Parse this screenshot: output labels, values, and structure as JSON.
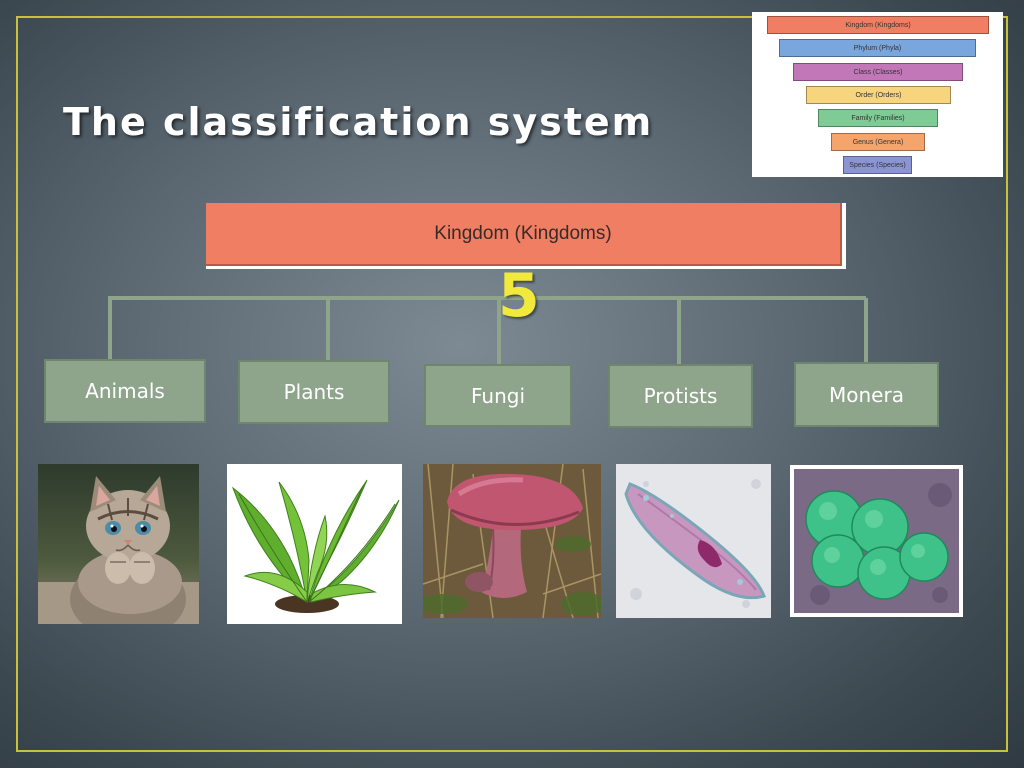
{
  "slide": {
    "title": "The classification system",
    "count": "5"
  },
  "hierarchy": {
    "levels": [
      {
        "label": "Kingdom (Kingdoms)",
        "color": "#f07e62"
      },
      {
        "label": "Phylum (Phyla)",
        "color": "#7aa6de"
      },
      {
        "label": "Class (Classes)",
        "color": "#c277b8"
      },
      {
        "label": "Order (Orders)",
        "color": "#f7d57e"
      },
      {
        "label": "Family (Families)",
        "color": "#7fcb96"
      },
      {
        "label": "Genus (Genera)",
        "color": "#f5a46b"
      },
      {
        "label": "Species (Species)",
        "color": "#8c95d4"
      }
    ]
  },
  "kingdom_bar": {
    "label": "Kingdom (Kingdoms)"
  },
  "kingdoms": [
    {
      "label": "Animals",
      "image": "kitten-photo"
    },
    {
      "label": "Plants",
      "image": "plant-photo"
    },
    {
      "label": "Fungi",
      "image": "mushroom-photo"
    },
    {
      "label": "Protists",
      "image": "paramecium-photo"
    },
    {
      "label": "Monera",
      "image": "bacteria-photo"
    }
  ],
  "colors": {
    "frame": "#c8c23a",
    "box_fill": "#8ea58c",
    "connector": "#8ea58c",
    "count": "#f1e93c"
  }
}
